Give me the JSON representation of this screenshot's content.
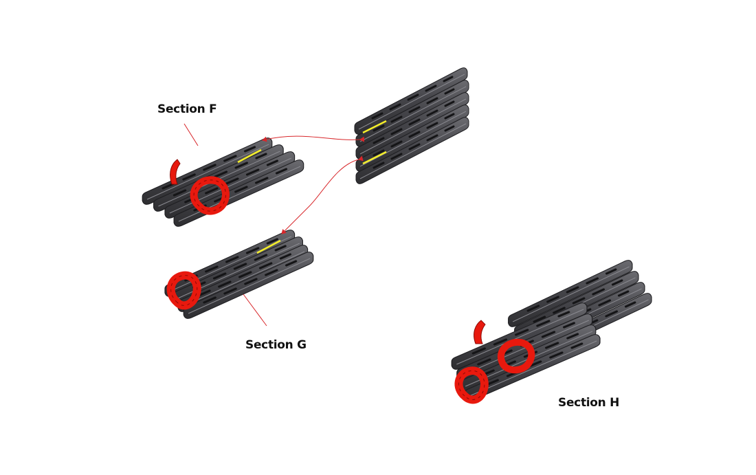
{
  "labels": {
    "section_f": "Section F",
    "section_g": "Section G",
    "section_h": "Section H"
  },
  "colors": {
    "background": "#ffffff",
    "plate_dark": "#3d3d40",
    "plate_light": "#5c5c61",
    "plate_edge": "#1f1f22",
    "accent_red": "#e8190e",
    "highlight_yellow": "#f4ee2a",
    "leader_line": "#d8262a"
  }
}
